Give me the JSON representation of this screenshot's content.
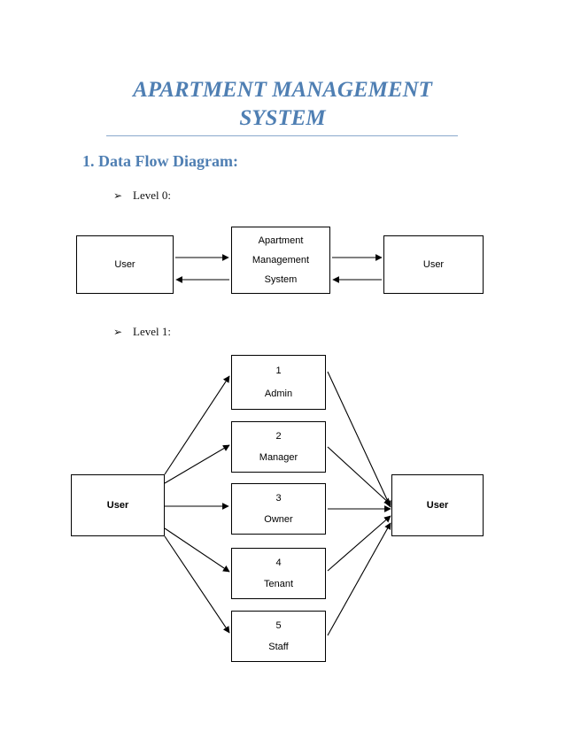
{
  "title": {
    "line1": "APARTMENT MANAGEMENT",
    "line2": "SYSTEM"
  },
  "section_heading": "1. Data Flow Diagram:",
  "levels": {
    "level0_label": "Level 0:",
    "level1_label": "Level 1:"
  },
  "level0": {
    "left_entity": "User",
    "system": [
      "Apartment",
      "Management",
      "System"
    ],
    "right_entity": "User"
  },
  "level1": {
    "left_entity": "User",
    "right_entity": "User",
    "processes": [
      {
        "number": "1",
        "name": "Admin"
      },
      {
        "number": "2",
        "name": "Manager"
      },
      {
        "number": "3",
        "name": "Owner"
      },
      {
        "number": "4",
        "name": "Tenant"
      },
      {
        "number": "5",
        "name": "Staff"
      }
    ]
  },
  "colors": {
    "heading": "#4f7fb3",
    "rule": "#8aa9cc"
  }
}
